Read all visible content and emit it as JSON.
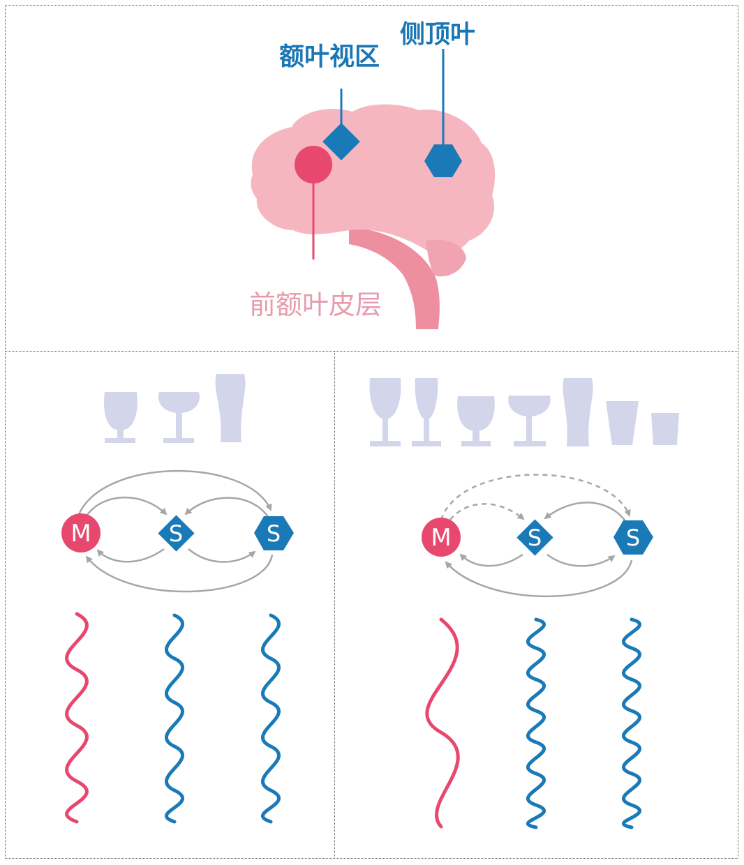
{
  "brain": {
    "labels": {
      "frontal_eye_field": "额叶视区",
      "parietal": "侧顶叶",
      "prefrontal_cortex": "前额叶皮层"
    }
  },
  "networks": {
    "left": {
      "nodes": [
        {
          "letter": "M",
          "shape": "circle"
        },
        {
          "letter": "S",
          "shape": "diamond"
        },
        {
          "letter": "S",
          "shape": "hexagon"
        }
      ],
      "glass_count": 3,
      "feedforward_style": "solid"
    },
    "right": {
      "nodes": [
        {
          "letter": "M",
          "shape": "circle"
        },
        {
          "letter": "S",
          "shape": "diamond"
        },
        {
          "letter": "S",
          "shape": "hexagon"
        }
      ],
      "glass_count": 7,
      "feedforward_style": "dashed"
    }
  },
  "colors": {
    "pink_region": "#e8476e",
    "blue_region": "#1a7ab8",
    "brain": "#f5b6bf",
    "brainstem": "#ee8f9f",
    "glass": "#d3d5ea",
    "arrow": "#a6a6a6",
    "label_blue": "#1a76b5",
    "label_pink": "#e89aae"
  },
  "icons": [
    "brain-icon",
    "wine-glass-icon",
    "network-node-icon",
    "oscillation-wave-icon"
  ]
}
